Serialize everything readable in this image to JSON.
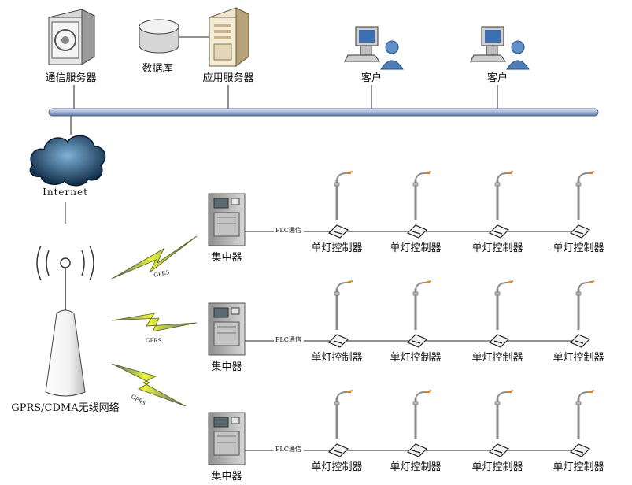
{
  "network": {
    "top": {
      "comm_server": "通信服务器",
      "database": "数据库",
      "app_server": "应用服务器",
      "client_1": "客户",
      "client_2": "客户"
    },
    "internet_label": "Internet",
    "wireless_label": "GPRS/CDMA无线网络",
    "gprs_labels": [
      "GPRS",
      "GPRS",
      "GPRS"
    ],
    "rows": [
      {
        "concentrator": "集中器",
        "plc": "PLC通信",
        "controllers": [
          "单灯控制器",
          "单灯控制器",
          "单灯控制器",
          "单灯控制器"
        ]
      },
      {
        "concentrator": "集中器",
        "plc": "PLC通信",
        "controllers": [
          "单灯控制器",
          "单灯控制器",
          "单灯控制器",
          "单灯控制器"
        ]
      },
      {
        "concentrator": "集中器",
        "plc": "PLC通信",
        "controllers": [
          "单灯控制器",
          "单灯控制器",
          "单灯控制器",
          "单灯控制器"
        ]
      }
    ]
  }
}
